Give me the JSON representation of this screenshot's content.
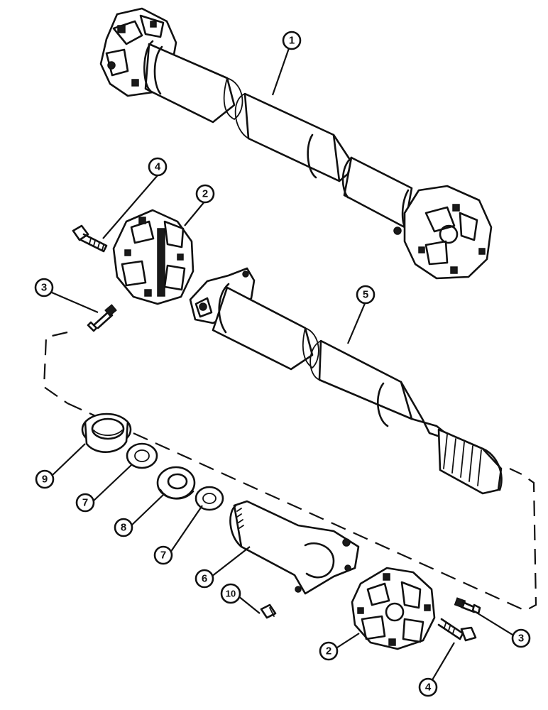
{
  "callouts": [
    {
      "id": "c1",
      "number": "1"
    },
    {
      "id": "c2a",
      "number": "2"
    },
    {
      "id": "c2b",
      "number": "2"
    },
    {
      "id": "c3a",
      "number": "3"
    },
    {
      "id": "c3b",
      "number": "3"
    },
    {
      "id": "c4a",
      "number": "4"
    },
    {
      "id": "c4b",
      "number": "4"
    },
    {
      "id": "c5",
      "number": "5"
    },
    {
      "id": "c6",
      "number": "6"
    },
    {
      "id": "c7a",
      "number": "7"
    },
    {
      "id": "c7b",
      "number": "7"
    },
    {
      "id": "c8",
      "number": "8"
    },
    {
      "id": "c9",
      "number": "9"
    },
    {
      "id": "c10",
      "number": "10"
    }
  ]
}
